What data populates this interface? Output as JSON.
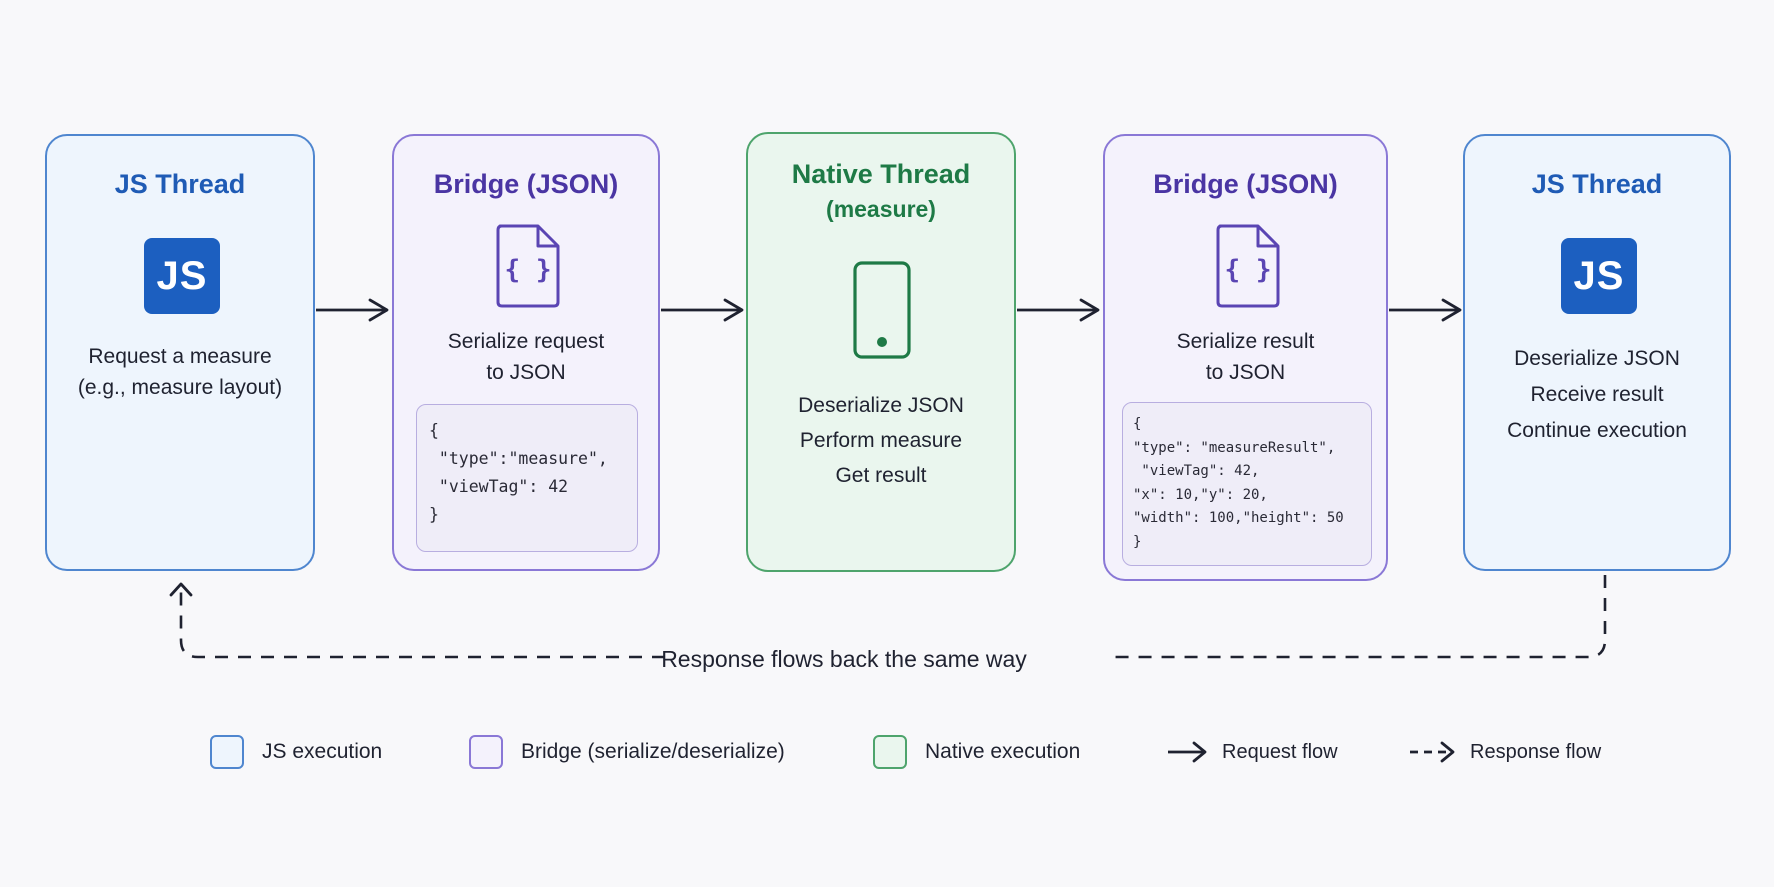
{
  "steps": [
    {
      "title": "JS Thread",
      "icon": "js-logo",
      "logo_text": "JS",
      "lines": [
        "Request a measure",
        "(e.g., measure layout)"
      ]
    },
    {
      "title": "Bridge (JSON)",
      "icon": "json-file-icon",
      "lines": [
        "Serialize request",
        "to JSON"
      ],
      "code": [
        "{",
        " \"type\":\"measure\",",
        " \"viewTag\": 42",
        "}"
      ]
    },
    {
      "title": "Native Thread",
      "subtitle": "(measure)",
      "icon": "phone-icon",
      "lines": [
        "Deserialize JSON",
        "Perform measure",
        "Get result"
      ]
    },
    {
      "title": "Bridge (JSON)",
      "icon": "json-file-icon",
      "lines": [
        "Serialize result",
        "to JSON"
      ],
      "code": [
        "{",
        "\"type\": \"measureResult\",",
        " \"viewTag\": 42,",
        "\"x\": 10,\"y\": 20,",
        "\"width\": 100,\"height\": 50",
        "}"
      ]
    },
    {
      "title": "JS Thread",
      "icon": "js-logo",
      "logo_text": "JS",
      "lines": [
        "Deserialize JSON",
        "Receive result",
        "Continue execution"
      ]
    }
  ],
  "response_label": "Response flows back the same way",
  "legend": {
    "js_execution": "JS execution",
    "bridge": "Bridge (serialize/deserialize)",
    "native_execution": "Native execution",
    "request_flow": "Request flow",
    "response_flow": "Response flow"
  },
  "colors": {
    "js_fill": "#eef5fd",
    "js_border": "#4f86cf",
    "js_title": "#1f5bb5",
    "js_logo": "#1c5fc0",
    "bridge_fill": "#f4f2fc",
    "bridge_border": "#8a78d6",
    "bridge_title": "#4a35a3",
    "native_fill": "#eaf6ee",
    "native_border": "#4ea46c",
    "native_title": "#1e7a46",
    "arrow": "#1f2230"
  }
}
